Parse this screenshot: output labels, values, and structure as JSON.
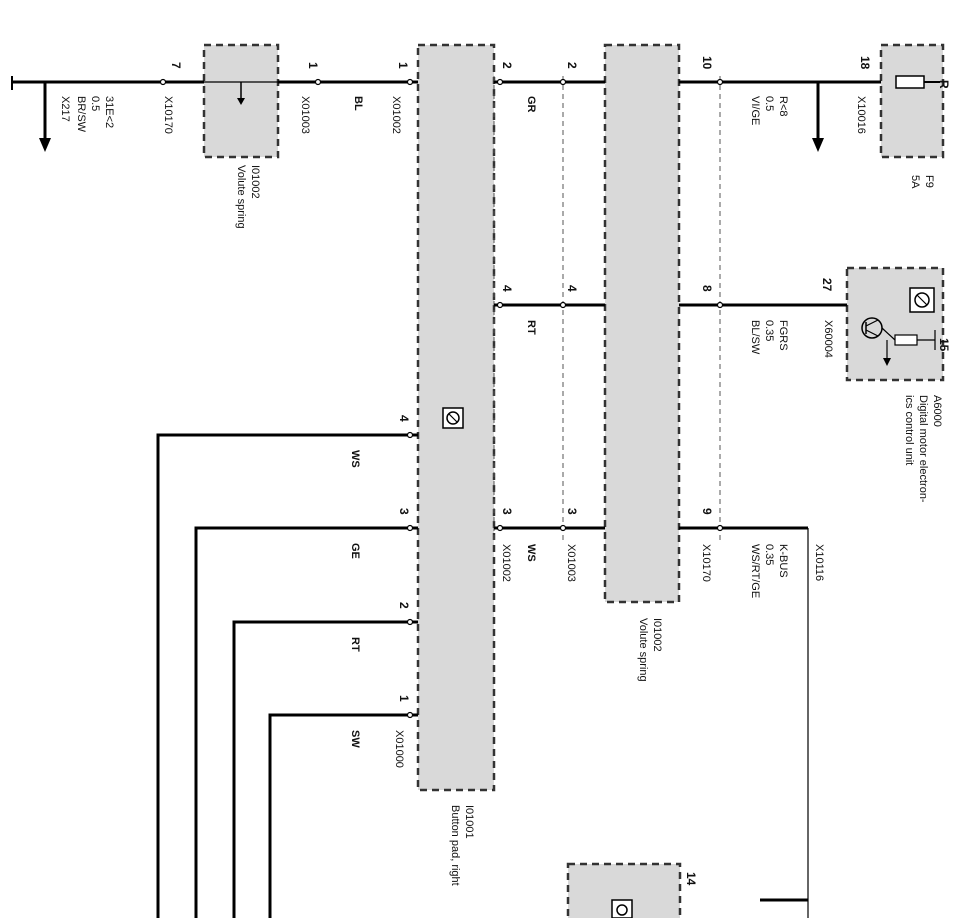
{
  "components": {
    "fuse": {
      "id": "F9",
      "rating": "5A",
      "terminal": "R",
      "connector": "X10016",
      "pin": "18"
    },
    "dme": {
      "id": "A6000",
      "name_line1": "Digital motor electron-",
      "name_line2": "ics control unit",
      "connector": "X60004",
      "pin": "27",
      "terminal": "15"
    },
    "volute_spring_left": {
      "id": "I01002",
      "name": "Volute spring"
    },
    "volute_spring_right": {
      "id": "I01002",
      "name": "Volute spring"
    },
    "button_pad": {
      "id": "I01001",
      "name": "Button pad, right"
    }
  },
  "wires": {
    "w217": {
      "line1": "31E<2",
      "line2": "0.5",
      "line3": "BR/SW",
      "ground": "X217"
    },
    "left_conn": {
      "connector": "X10170",
      "pin": "7"
    },
    "x01003_top": {
      "connector": "X01003",
      "pin": "1"
    },
    "bl": {
      "color": "BL",
      "connector": "X01002",
      "pin": "1"
    },
    "gr": {
      "color": "GR",
      "pin_a": "2",
      "pin_b": "2"
    },
    "rge": {
      "line1": "R<8",
      "line2": "0.5",
      "line3": "VI/GE",
      "pin": "10"
    },
    "rt_mid": {
      "color": "RT",
      "pin_a": "4",
      "pin_b": "4",
      "pin_c": "8"
    },
    "fgrs": {
      "line1": "FGRS",
      "line2": "0.35",
      "line3": "BL/SW"
    },
    "ws_mid": {
      "color": "WS",
      "pin_a": "3",
      "pin_b": "3",
      "pin_c": "9",
      "conn_a": "X01002",
      "conn_b": "X01003",
      "conn_c": "X10170"
    },
    "kbus": {
      "line1": "K-BUS",
      "line2": "0.35",
      "line3": "WS/RT/GE",
      "connector": "X10116"
    },
    "ws_low": {
      "color": "WS",
      "pin": "4"
    },
    "ge_low": {
      "color": "GE",
      "pin": "3"
    },
    "rt_low": {
      "color": "RT",
      "pin": "2"
    },
    "sw_low": {
      "color": "SW",
      "pin": "1",
      "connector": "X01000"
    },
    "bottom_conn": {
      "pin": "14"
    }
  },
  "icons": [
    "ecu-icon",
    "arrow-down-icon",
    "fuse-icon",
    "transistor-icon"
  ]
}
